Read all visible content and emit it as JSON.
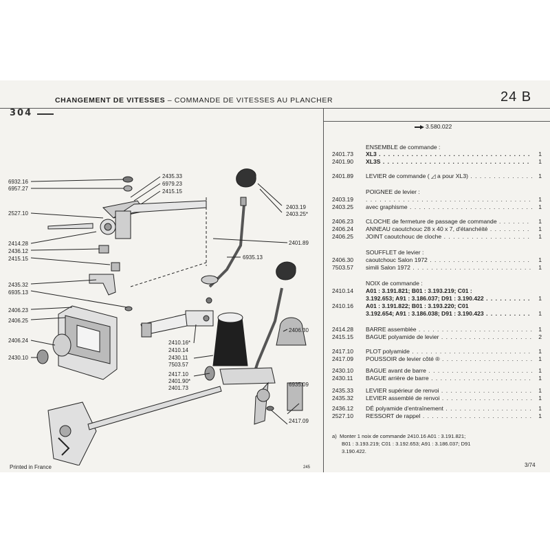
{
  "header": {
    "title_main": "CHANGEMENT DE VITESSES",
    "title_sep": " – ",
    "title_sub": "COMMANDE DE VITESSES AU PLANCHER",
    "page_code": "24 B",
    "model": "304"
  },
  "footer": {
    "printed": "Printed in France",
    "page_number": "245",
    "edition": "3/74"
  },
  "serial": "3.580.022",
  "diagram_labels": [
    "6932.16",
    "6957.27",
    "2435.33",
    "6979.23",
    "2415.15",
    "2527.10",
    "2414.28",
    "2436.12",
    "2415.15",
    "2435.32",
    "6935.13",
    "2406.23",
    "2406.25",
    "2406.24",
    "2430.10",
    "2403.19",
    "2403.25*",
    "2401.89",
    "6935.13",
    "2410.16*",
    "2410.14",
    "2430.11",
    "7503.57",
    "2417.10",
    "2401.90*",
    "2401.73",
    "2406.30",
    "6935.09",
    "2417.09"
  ],
  "parts": [
    {
      "type": "heading",
      "text": "ENSEMBLE de commande :"
    },
    {
      "type": "row",
      "ref": "2401.73",
      "desc": "XL3",
      "qty": "1"
    },
    {
      "type": "row",
      "ref": "2401.90",
      "desc": "XL3S",
      "qty": "1"
    },
    {
      "type": "row",
      "ref": "2401.89",
      "desc": "LEVIER de commande ( ◿ a pour XL3)",
      "qty": "1"
    },
    {
      "type": "heading",
      "text": "POIGNEE de levier :"
    },
    {
      "type": "row",
      "ref": "2403.19",
      "desc": "",
      "qty": "1"
    },
    {
      "type": "row",
      "ref": "2403.25",
      "desc": "avec graphisme",
      "qty": "1"
    },
    {
      "type": "row",
      "ref": "2406.23",
      "desc": "CLOCHE de fermeture de passage de commande",
      "qty": "1"
    },
    {
      "type": "row",
      "ref": "2406.24",
      "desc": "ANNEAU caoutchouc 28 x 40 x 7, d'étanchéité",
      "qty": "1"
    },
    {
      "type": "row",
      "ref": "2406.25",
      "desc": "JOINT caoutchouc de cloche",
      "qty": "1"
    },
    {
      "type": "heading",
      "text": "SOUFFLET de levier :"
    },
    {
      "type": "row",
      "ref": "2406.30",
      "desc": "caoutchouc Salon 1972",
      "qty": "1"
    },
    {
      "type": "row",
      "ref": "7503.57",
      "desc": "simili Salon 1972",
      "qty": "1"
    },
    {
      "type": "heading",
      "text": "NOIX de commande :"
    },
    {
      "type": "row",
      "ref": "2410.14",
      "desc": "A01 : 3.191.821; B01 : 3.193.219; C01 :",
      "qty": ""
    },
    {
      "type": "cont",
      "text": "3.192.653; A91 : 3.186.037; D91 : 3.190.422",
      "qty": "1"
    },
    {
      "type": "row",
      "ref": "2410.16",
      "desc": "A01 : 3.191.822; B01 : 3.193.220; C01",
      "qty": ""
    },
    {
      "type": "cont",
      "text": "3.192.654; A91 : 3.186.038; D91 : 3.190.423",
      "qty": "1"
    },
    {
      "type": "row",
      "ref": "2414.28",
      "desc": "BARRE assemblée",
      "qty": "1"
    },
    {
      "type": "row",
      "ref": "2415.15",
      "desc": "BAGUE polyamide de levier",
      "qty": "2"
    },
    {
      "type": "row",
      "ref": "2417.10",
      "desc": "PLOT polyamide",
      "qty": "1"
    },
    {
      "type": "row",
      "ref": "2417.09",
      "desc": "POUSSOIR de levier côté ®",
      "qty": "1"
    },
    {
      "type": "row",
      "ref": "2430.10",
      "desc": "BAGUE avant de barre",
      "qty": "1"
    },
    {
      "type": "row",
      "ref": "2430.11",
      "desc": "BAGUE arrière de barre",
      "qty": "1"
    },
    {
      "type": "row",
      "ref": "2435.33",
      "desc": "LEVIER supérieur de renvoi",
      "qty": "1"
    },
    {
      "type": "row",
      "ref": "2435.32",
      "desc": "LEVIER assemblé de renvoi",
      "qty": "1"
    },
    {
      "type": "row",
      "ref": "2436.12",
      "desc": "DÉ polyamide d'entraînement",
      "qty": "1"
    },
    {
      "type": "row",
      "ref": "2527.10",
      "desc": "RESSORT de rappel",
      "qty": "1"
    }
  ],
  "note": {
    "marker": "a)",
    "line1": "Monter 1 noix de commande 2410.16 A01 : 3.191.821;",
    "line2": "B01 : 3.193.219; C01 : 3.192.653; A91 : 3.186.037; D91",
    "line3": "3.190.422."
  }
}
